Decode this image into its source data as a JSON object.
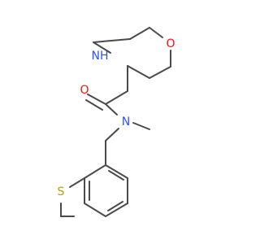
{
  "molecule": {
    "atoms": {
      "o_ring": {
        "symbol": "O",
        "color": "#ff0d0d"
      },
      "nh": {
        "symbol": "NH",
        "color": "#3050f8"
      },
      "o_carbonyl": {
        "symbol": "O",
        "color": "#ff0d0d"
      },
      "n_amide": {
        "symbol": "N",
        "color": "#3050f8"
      },
      "s": {
        "symbol": "S",
        "color": "#b2a100"
      }
    },
    "bond_color": "#4a4a4a"
  }
}
